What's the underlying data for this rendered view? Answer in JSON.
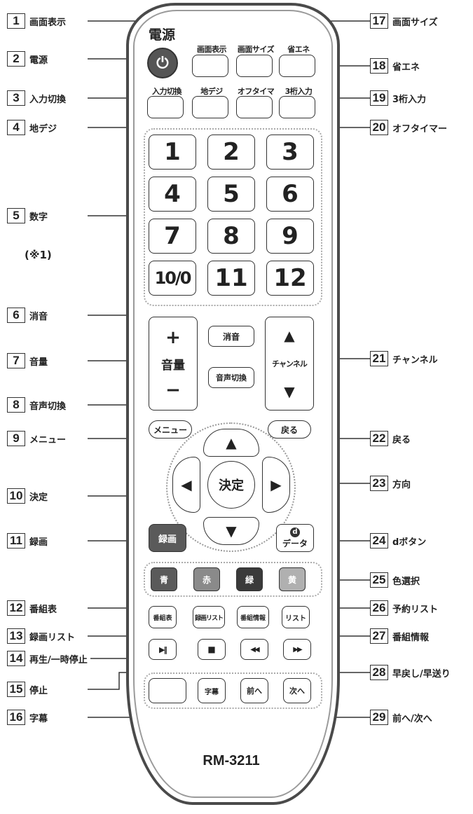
{
  "callouts": [
    {
      "n": "1",
      "label": "画面表示"
    },
    {
      "n": "2",
      "label": "電源"
    },
    {
      "n": "3",
      "label": "入力切換"
    },
    {
      "n": "4",
      "label": "地デジ"
    },
    {
      "n": "5",
      "label": "数字"
    },
    {
      "n": "6",
      "label": "消音"
    },
    {
      "n": "7",
      "label": "音量"
    },
    {
      "n": "8",
      "label": "音声切換"
    },
    {
      "n": "9",
      "label": "メニュー"
    },
    {
      "n": "10",
      "label": "決定"
    },
    {
      "n": "11",
      "label": "録画"
    },
    {
      "n": "12",
      "label": "番組表"
    },
    {
      "n": "13",
      "label": "録画リスト"
    },
    {
      "n": "14",
      "label": "再生/一時停止"
    },
    {
      "n": "15",
      "label": "停止"
    },
    {
      "n": "16",
      "label": "字幕"
    },
    {
      "n": "17",
      "label": "画面サイズ"
    },
    {
      "n": "18",
      "label": "省エネ"
    },
    {
      "n": "19",
      "label": "3桁入力"
    },
    {
      "n": "20",
      "label": "オフタイマー"
    },
    {
      "n": "21",
      "label": "チャンネル"
    },
    {
      "n": "22",
      "label": "戻る"
    },
    {
      "n": "23",
      "label": "方向"
    },
    {
      "n": "24",
      "label": "dボタン"
    },
    {
      "n": "25",
      "label": "色選択"
    },
    {
      "n": "26",
      "label": "予約リスト"
    },
    {
      "n": "27",
      "label": "番組情報"
    },
    {
      "n": "28",
      "label": "早戻し/早送り"
    },
    {
      "n": "29",
      "label": "前へ/次へ"
    }
  ],
  "note": "(※1)",
  "remote": {
    "power_header": "電源",
    "top_labels": [
      "画面表示",
      "画面サイズ",
      "省エネ"
    ],
    "row2_labels": [
      "入力切換",
      "地デジ",
      "オフタイマー",
      "3桁入力"
    ],
    "numbers": [
      "1",
      "2",
      "3",
      "4",
      "5",
      "6",
      "7",
      "8",
      "9",
      "10/0",
      "11",
      "12"
    ],
    "volume_plus": "+",
    "volume_label": "音量",
    "volume_minus": "−",
    "mute": "消音",
    "audio": "音声切換",
    "channel_up": "▲",
    "channel_label": "チャンネル",
    "channel_down": "▼",
    "menu": "メニュー",
    "back": "戻る",
    "ok": "決定",
    "arrow_up": "▲",
    "arrow_down": "▼",
    "arrow_left": "◀",
    "arrow_right": "▶",
    "record": "録画",
    "data": "データ",
    "data_icon": "d",
    "colors": [
      {
        "label": "青",
        "color": "#5a5a5a"
      },
      {
        "label": "赤",
        "color": "#8a8a8a"
      },
      {
        "label": "緑",
        "color": "#3a3a3a"
      },
      {
        "label": "黄",
        "color": "#b0b0b0"
      }
    ],
    "guide_row": [
      "番組表",
      "録画リスト",
      "番組情報",
      "リスト"
    ],
    "play_pause": "▶‖",
    "stop": "■",
    "rewind": "◀◀",
    "forward": "▶▶",
    "subtitle": "字幕",
    "prev": "前へ",
    "next": "次へ",
    "model": "RM-3211"
  }
}
